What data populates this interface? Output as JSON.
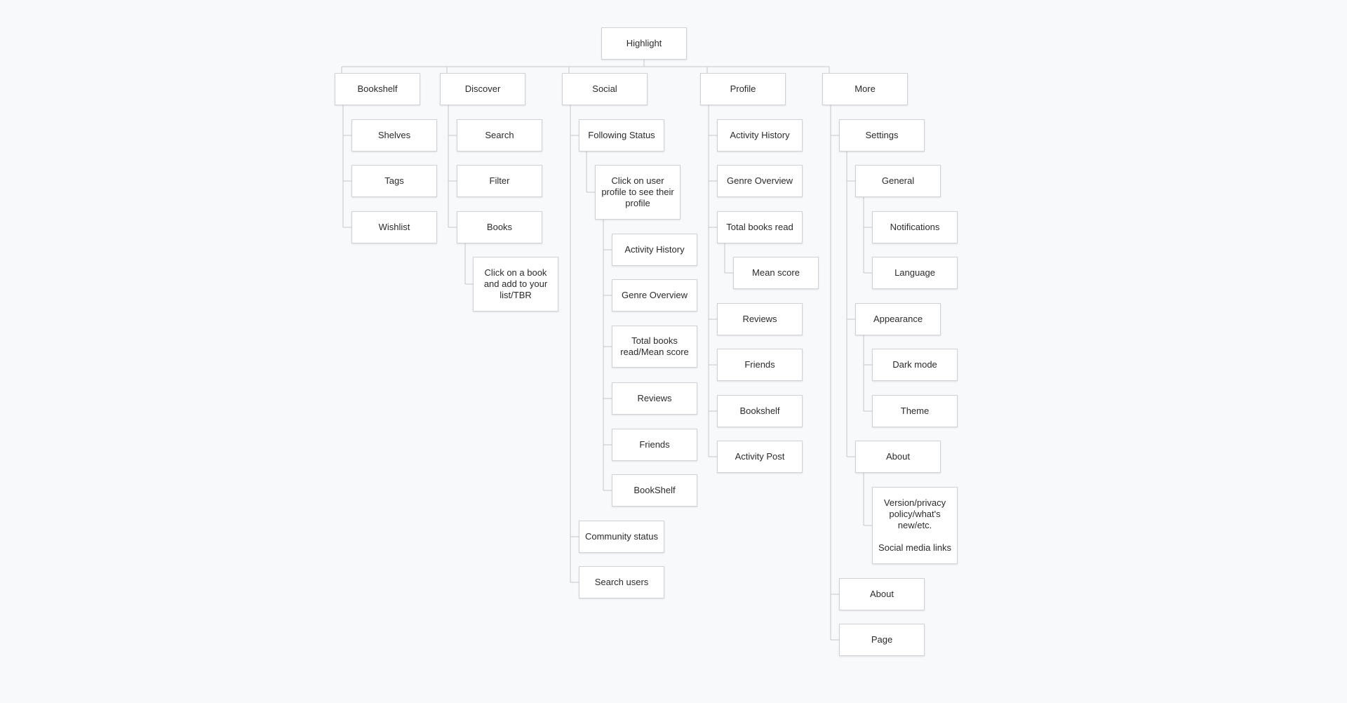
{
  "sitemap": {
    "root": "Highlight",
    "nodes": {
      "root": "Highlight",
      "bookshelf": "Bookshelf",
      "shelves": "Shelves",
      "tags": "Tags",
      "wishlist": "Wishlist",
      "discover": "Discover",
      "search": "Search",
      "filter": "Filter",
      "books": "Books",
      "click_book": "Click on a book and add to your list/TBR",
      "social": "Social",
      "following_status": "Following Status",
      "click_user": "Click on user profile to see their profile",
      "s_activity_history": "Activity History",
      "s_genre_overview": "Genre Overview",
      "s_total_books": "Total books read/Mean score",
      "s_reviews": "Reviews",
      "s_friends": "Friends",
      "s_bookshelf": "BookShelf",
      "community_status": "Community status",
      "search_users": "Search users",
      "profile": "Profile",
      "p_activity_history": "Activity History",
      "p_genre_overview": "Genre Overview",
      "p_total_books": "Total books read",
      "p_mean_score": "Mean score",
      "p_reviews": "Reviews",
      "p_friends": "Friends",
      "p_bookshelf": "Bookshelf",
      "p_activity_post": "Activity Post",
      "more": "More",
      "settings": "Settings",
      "general": "General",
      "notifications": "Notifications",
      "language": "Language",
      "appearance": "Appearance",
      "dark_mode": "Dark mode",
      "theme": "Theme",
      "settings_about": "About",
      "version_info": "Version/privacy policy/what's new/etc.\n\nSocial media links",
      "more_about": "About",
      "page": "Page"
    }
  },
  "colors": {
    "background": "#f8f9fb",
    "node_border": "#cfd2d6",
    "node_fill": "#ffffff",
    "connector": "#c4c7cb",
    "text": "#2b2b2b"
  }
}
